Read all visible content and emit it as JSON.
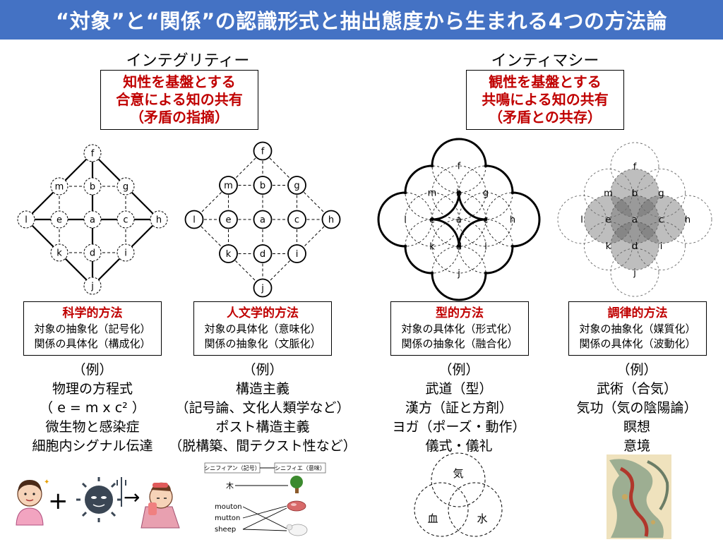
{
  "header": {
    "title": "“対象”と“関係”の認識形式と抽出態度から生まれる4つの方法論"
  },
  "groups": [
    {
      "title": "インテグリティー",
      "principle": [
        "知性を基盤とする",
        "合意による知の共有",
        "（矛盾の指摘）"
      ]
    },
    {
      "title": "インティマシー",
      "principle": [
        "観性を基盤とする",
        "共鳴による知の共有",
        "（矛盾との共存）"
      ]
    }
  ],
  "node_labels": [
    "f",
    "m",
    "b",
    "g",
    "l",
    "e",
    "a",
    "c",
    "h",
    "k",
    "d",
    "i",
    "j"
  ],
  "methods": [
    {
      "name": "科学的方法",
      "lines": [
        "対象の抽象化（記号化）",
        "関係の具体化（構成化）"
      ],
      "example_head": "（例）",
      "examples": [
        "物理の方程式",
        "（ e = m x c² ）",
        "微生物と感染症",
        "細胞内シグナル伝達"
      ]
    },
    {
      "name": "人文学的方法",
      "lines": [
        "対象の具体化（意味化）",
        "関係の抽象化（文脈化）"
      ],
      "example_head": "（例）",
      "examples": [
        "構造主義",
        "（記号論、文化人類学など）",
        "ポスト構造主義",
        "（脱構築、間テクスト性など）"
      ]
    },
    {
      "name": "型的方法",
      "lines": [
        "対象の具体化（形式化）",
        "関係の抽象化（融合化）"
      ],
      "example_head": "（例）",
      "examples": [
        "武道（型）",
        "漢方（証と方剤）",
        "ヨガ（ポーズ・動作）",
        "儀式・儀礼"
      ]
    },
    {
      "name": "調律的方法",
      "lines": [
        "対象の抽象化（媒質化）",
        "関係の具体化（波動化）"
      ],
      "example_head": "（例）",
      "examples": [
        "武術（合気）",
        "気功（気の陰陽論）",
        "瞑想",
        "意境"
      ]
    }
  ],
  "semiotics": {
    "signifiant": "シニフィアン（記号）",
    "signifie": "シニフィエ（意味）",
    "tree_word": "木",
    "words": [
      "mouton",
      "mutton",
      "sheep"
    ]
  },
  "venn": {
    "labels": [
      "気",
      "血",
      "水"
    ]
  },
  "illustration": {
    "plus": "+",
    "arrow": "→"
  }
}
